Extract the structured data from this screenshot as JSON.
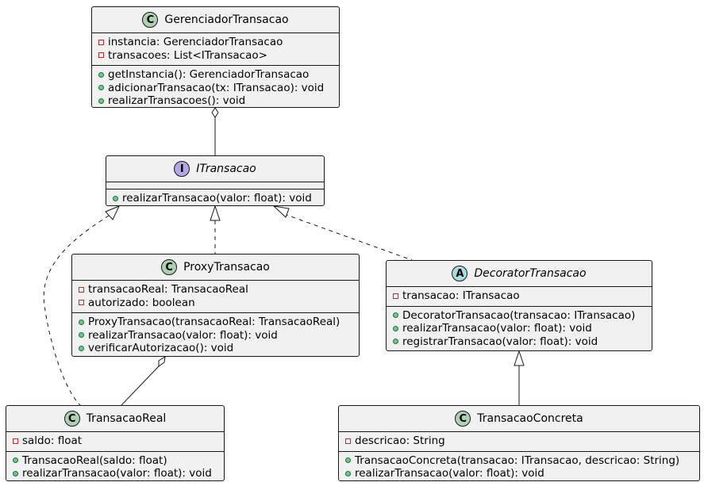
{
  "classes": [
    {
      "id": "gerenciador",
      "kind": "C",
      "name": "GerenciadorTransacao",
      "italic": false,
      "attributes": [
        {
          "vis": "private",
          "text": "instancia: GerenciadorTransacao"
        },
        {
          "vis": "private",
          "text": "transacoes: List<ITransacao>"
        }
      ],
      "methods": [
        {
          "vis": "public",
          "text": "getInstancia(): GerenciadorTransacao"
        },
        {
          "vis": "public",
          "text": "adicionarTransacao(tx: ITransacao): void"
        },
        {
          "vis": "public",
          "text": "realizarTransacoes(): void"
        }
      ]
    },
    {
      "id": "itransacao",
      "kind": "I",
      "name": "ITransacao",
      "italic": true,
      "attributes": [],
      "methods": [
        {
          "vis": "public",
          "text": "realizarTransacao(valor: float): void"
        }
      ]
    },
    {
      "id": "proxy",
      "kind": "C",
      "name": "ProxyTransacao",
      "italic": false,
      "attributes": [
        {
          "vis": "private",
          "text": "transacaoReal: TransacaoReal"
        },
        {
          "vis": "private",
          "text": "autorizado: boolean"
        }
      ],
      "methods": [
        {
          "vis": "public",
          "text": "ProxyTransacao(transacaoReal: TransacaoReal)"
        },
        {
          "vis": "public",
          "text": "realizarTransacao(valor: float): void"
        },
        {
          "vis": "public",
          "text": "verificarAutorizacao(): void"
        }
      ]
    },
    {
      "id": "decorator",
      "kind": "A",
      "name": "DecoratorTransacao",
      "italic": true,
      "attributes": [
        {
          "vis": "private",
          "text": "transacao: ITransacao"
        }
      ],
      "methods": [
        {
          "vis": "public",
          "text": "DecoratorTransacao(transacao: ITransacao)"
        },
        {
          "vis": "public",
          "text": "realizarTransacao(valor: float): void"
        },
        {
          "vis": "public",
          "text": "registrarTransacao(valor: float): void"
        }
      ]
    },
    {
      "id": "real",
      "kind": "C",
      "name": "TransacaoReal",
      "italic": false,
      "attributes": [
        {
          "vis": "private",
          "text": "saldo: float"
        }
      ],
      "methods": [
        {
          "vis": "public",
          "text": "TransacaoReal(saldo: float)"
        },
        {
          "vis": "public",
          "text": "realizarTransacao(valor: float): void"
        }
      ]
    },
    {
      "id": "concreta",
      "kind": "C",
      "name": "TransacaoConcreta",
      "italic": false,
      "attributes": [
        {
          "vis": "private",
          "text": "descricao: String"
        }
      ],
      "methods": [
        {
          "vis": "public",
          "text": "TransacaoConcreta(transacao: ITransacao, descricao: String)"
        },
        {
          "vis": "public",
          "text": "realizarTransacao(valor: float): void"
        }
      ]
    }
  ],
  "relations": [
    {
      "from": "gerenciador",
      "to": "itransacao",
      "type": "aggregation"
    },
    {
      "from": "proxy",
      "to": "itransacao",
      "type": "realization"
    },
    {
      "from": "decorator",
      "to": "itransacao",
      "type": "realization"
    },
    {
      "from": "real",
      "to": "itransacao",
      "type": "realization"
    },
    {
      "from": "proxy",
      "to": "real",
      "type": "aggregation"
    },
    {
      "from": "concreta",
      "to": "decorator",
      "type": "inheritance"
    }
  ],
  "colors": {
    "class_fill": "#f1f1f1",
    "border": "#181818",
    "class_circle": "#add1b2",
    "interface_circle": "#b4a7e5",
    "abstract_circle": "#a9dcdf",
    "public_fill": "#84be84",
    "public_stroke": "#038048",
    "private_stroke": "#c82930"
  }
}
